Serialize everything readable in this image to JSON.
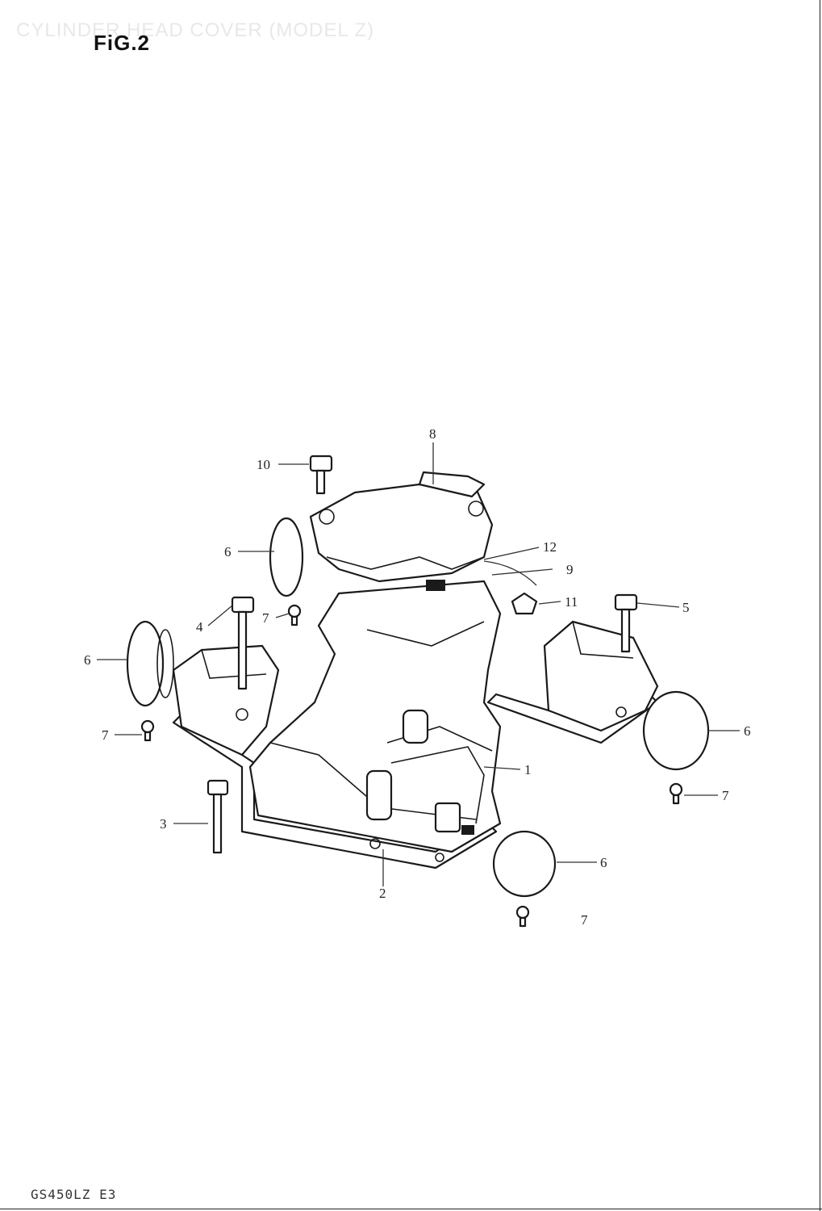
{
  "header": {
    "ghost_title": "CYLINDER HEAD COVER (MODEL Z)",
    "fig_label": "FiG.2"
  },
  "callouts": {
    "c10": "10",
    "c8": "8",
    "c6a": "6",
    "c12": "12",
    "c9": "9",
    "c7a": "7",
    "c11": "11",
    "c5": "5",
    "c4": "4",
    "c6b": "6",
    "c7b": "7",
    "c6c": "6",
    "c1": "1",
    "c7c": "7",
    "c3": "3",
    "c6d": "6",
    "c2": "2",
    "c7d": "7"
  },
  "footer": {
    "code": "GS450LZ E3"
  }
}
